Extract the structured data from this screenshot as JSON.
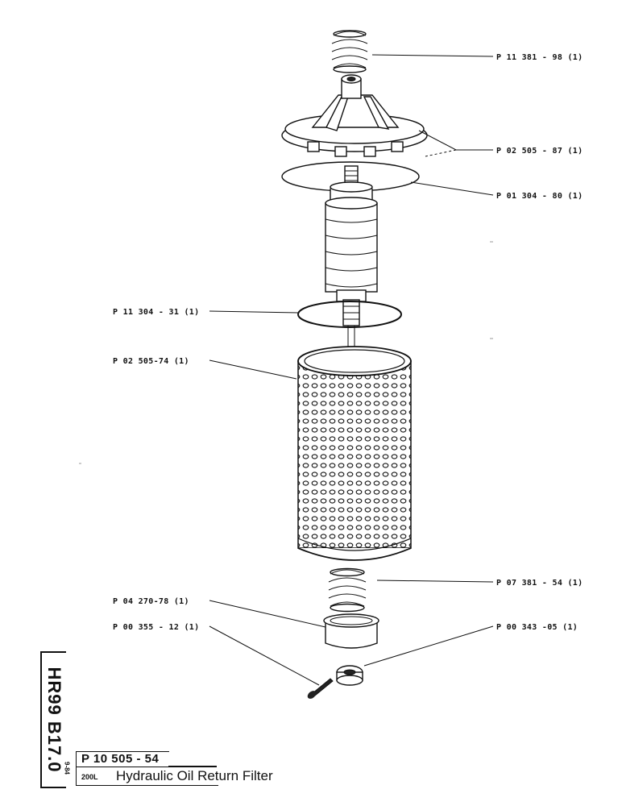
{
  "callouts": [
    {
      "id": "spring-top",
      "text": "P 11 381 - 98 (1)"
    },
    {
      "id": "cover",
      "text": "P 02 505 - 87 (1)"
    },
    {
      "id": "gasket-top",
      "text": "P 01 304 - 80 (1)"
    },
    {
      "id": "oring",
      "text": "P 11 304 - 31 (1)"
    },
    {
      "id": "filter-element",
      "text": "P 02 505-74 (1)"
    },
    {
      "id": "cup",
      "text": "P 04 270-78 (1)"
    },
    {
      "id": "spring-bottom",
      "text": "P 07 381 - 54 (1)"
    },
    {
      "id": "screw",
      "text": "P 00 355 - 12 (1)"
    },
    {
      "id": "nut",
      "text": "P 00 343 -05 (1)"
    }
  ],
  "title_block": {
    "sheet_id": "HR99 B17.0",
    "edition": "9-84",
    "part_number": "P 10 505 - 54",
    "model": "200L",
    "title": "Hydraulic Oil Return Filter"
  }
}
